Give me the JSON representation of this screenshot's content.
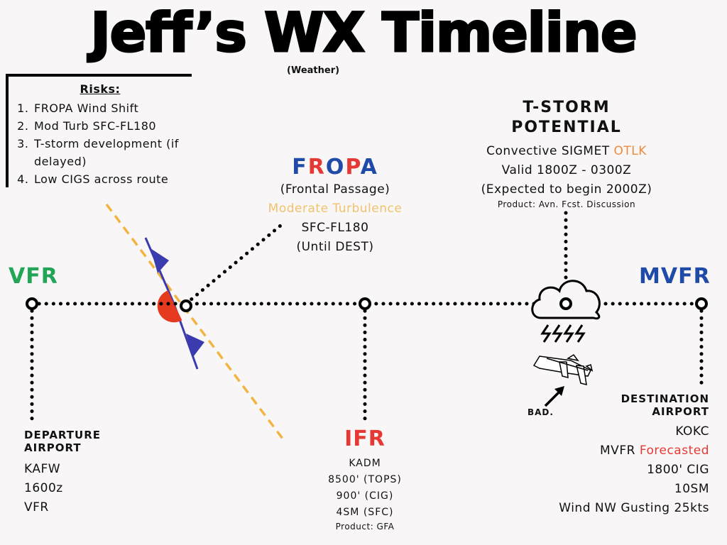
{
  "title": "Jeff’s WX Timeline",
  "subtitle": "(Weather)",
  "risks": {
    "heading": "Risks:",
    "items": [
      "FROPA Wind Shift",
      "Mod Turb SFC-FL180",
      "T-storm development (if delayed)",
      "Low CIGS across route"
    ]
  },
  "fropa": {
    "label_letters": [
      "F",
      "R",
      "O",
      "P",
      "A"
    ],
    "desc": "(Frontal Passage)",
    "turbulence": "Moderate Turbulence",
    "altitude": "SFC-FL180",
    "until": "(Until DEST)"
  },
  "tstorm": {
    "heading_line1": "T-STORM",
    "heading_line2": "POTENTIAL",
    "sigmet_prefix": "Convective SIGMET",
    "sigmet_suffix": "OTLK",
    "valid": "Valid 1800Z - 0300Z",
    "expected": "(Expected to begin 2000Z)",
    "product": "Product: Avn. Fcst. Discussion"
  },
  "vfr_label": "VFR",
  "mvfr_label": "MVFR",
  "departure": {
    "heading_line1": "DEPARTURE",
    "heading_line2": "AIRPORT",
    "code": "KAFW",
    "time": "1600z",
    "condition": "VFR"
  },
  "ifr": {
    "label": "IFR",
    "code": "KADM",
    "tops": "8500' (TOPS)",
    "cig": "900' (CIG)",
    "vis": "4SM (SFC)",
    "product": "Product: GFA"
  },
  "destination": {
    "heading_line1": "DESTINATION",
    "heading_line2": "AIRPORT",
    "code": "KOKC",
    "mvfr_prefix": "MVFR",
    "mvfr_suffix": "Forecasted",
    "cig": "1800' CIG",
    "vis": "10SM",
    "wind": "Wind NW Gusting 25kts"
  },
  "bad_label": "BAD.",
  "colors": {
    "vfr": "#22a556",
    "mvfr": "#1f4aa8",
    "ifr": "#e53935",
    "turbulence": "#f0c36c",
    "otlk": "#f08a3c",
    "front_line": "#f2b544",
    "cold_front": "#3b3bb0",
    "warm_front": "#e53920"
  },
  "icons": [
    "thunderstorm-cloud-icon",
    "crashed-plane-icon",
    "arrow-icon"
  ]
}
